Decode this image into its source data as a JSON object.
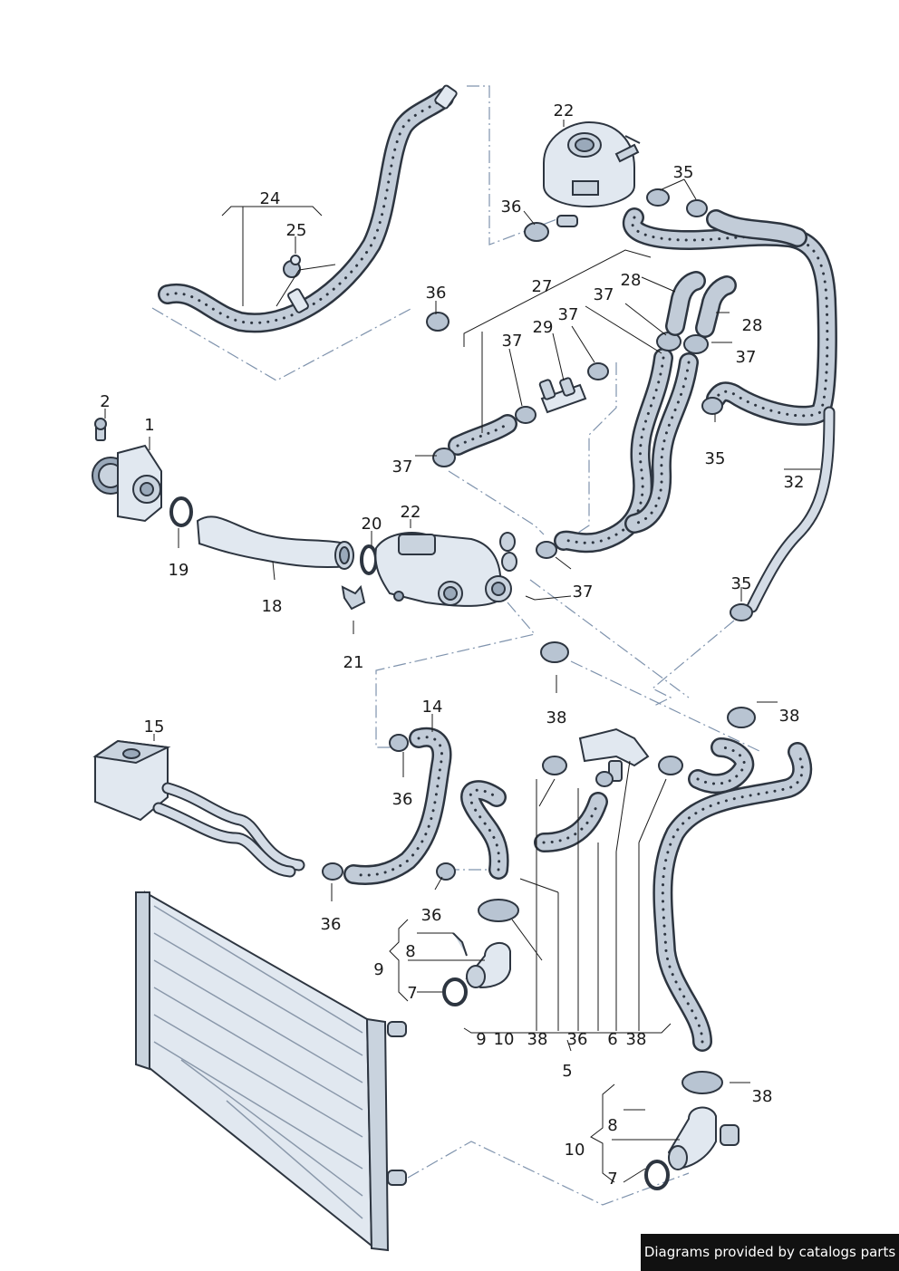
{
  "labels": {
    "l1": "1",
    "l2": "2",
    "l5": "5",
    "l6": "6",
    "l7a": "7",
    "l7b": "7",
    "l8a": "8",
    "l8b": "8",
    "l9a": "9",
    "l9b": "9",
    "l10a": "10",
    "l10b": "10",
    "l14": "14",
    "l15": "15",
    "l18": "18",
    "l19": "19",
    "l20": "20",
    "l21": "21",
    "l22a": "22",
    "l22b": "22",
    "l24": "24",
    "l25": "25",
    "l27": "27",
    "l28a": "28",
    "l28b": "28",
    "l29": "29",
    "l32": "32",
    "l35a": "35",
    "l35b": "35",
    "l35c": "35",
    "l36a": "36",
    "l36b": "36",
    "l36c": "36",
    "l36d": "36",
    "l36e": "36",
    "l36f": "36",
    "l37a": "37",
    "l37b": "37",
    "l37c": "37",
    "l37d": "37",
    "l37e": "37",
    "l37f": "37",
    "l38a": "38",
    "l38b": "38",
    "l38c": "38",
    "l38d": "38",
    "l38e": "38"
  },
  "credit": "Diagrams provided by catalogs parts",
  "colors": {
    "line": "#2d3540",
    "part_fill": "#c9d3de",
    "dash_line": "#7f93ad",
    "credit_bg": "#111111"
  }
}
